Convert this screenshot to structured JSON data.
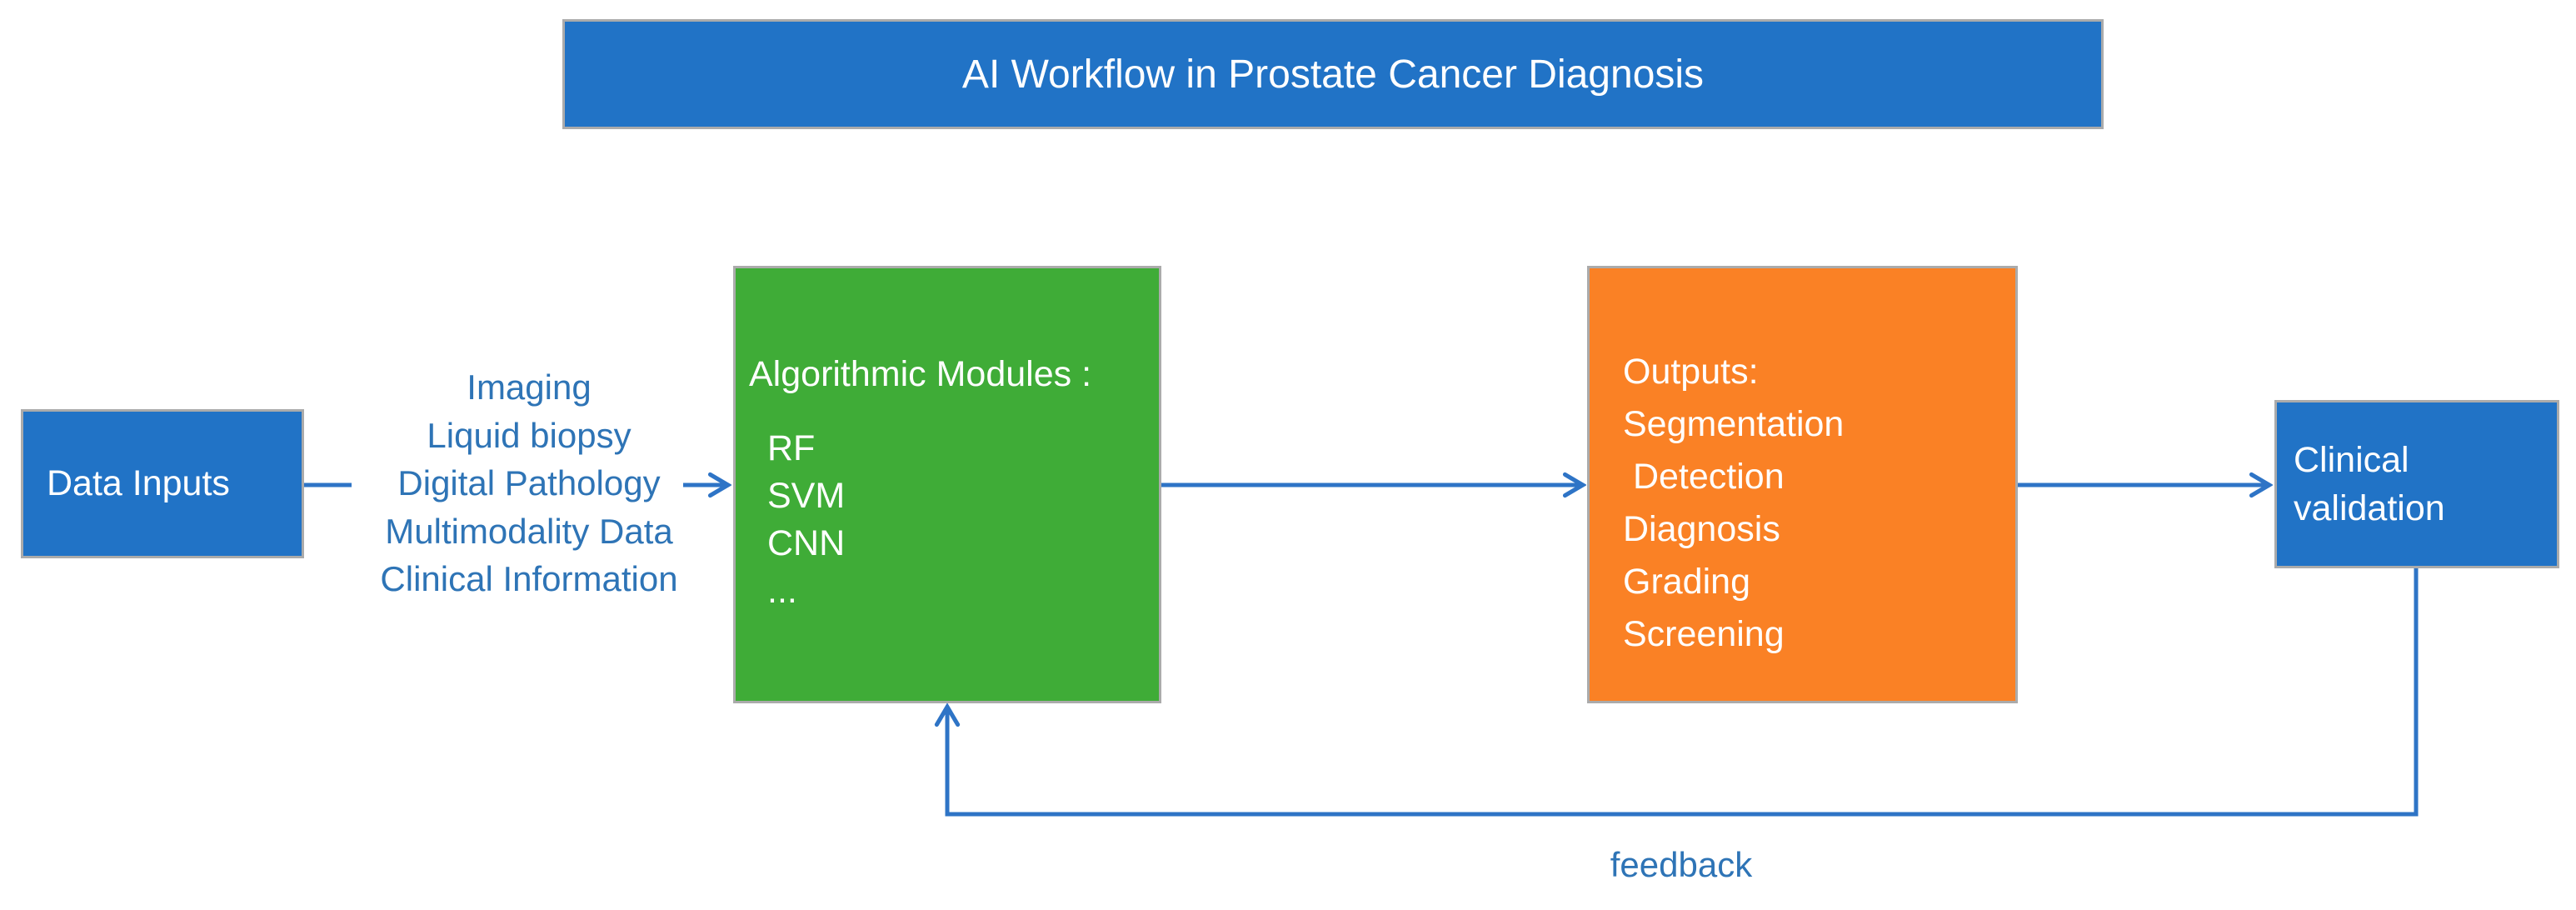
{
  "title": {
    "label": "AI Workflow in Prostate Cancer Diagnosis"
  },
  "nodes": {
    "data_inputs": {
      "label": "Data Inputs"
    },
    "input_list": {
      "lines": [
        "Imaging",
        "Liquid biopsy",
        "Digital Pathology",
        "Multimodality Data",
        "Clinical Information"
      ]
    },
    "algorithmic_modules": {
      "heading": "Algorithmic Modules :",
      "items": [
        "RF",
        "SVM",
        "CNN",
        "..."
      ]
    },
    "outputs": {
      "lines": [
        "Outputs:",
        "Segmentation",
        " Detection",
        "Diagnosis",
        "Grading",
        "Screening"
      ]
    },
    "clinical_validation": {
      "label": "Clinical validation"
    }
  },
  "feedback": {
    "label": "feedback"
  },
  "colors": {
    "box_blue": "#2173C6",
    "box_green": "#3FAC37",
    "box_orange": "#FA8125",
    "line_blue": "#2E74C6",
    "text_blue": "#2E74B6",
    "border_gray": "#ABABAB",
    "text_white": "#FFFFFF"
  }
}
